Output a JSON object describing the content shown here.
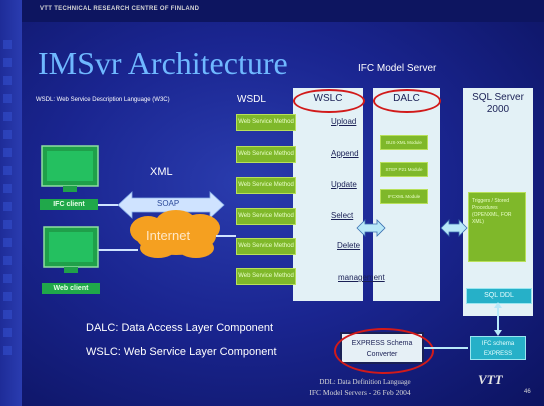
{
  "header": {
    "org": "VTT TECHNICAL RESEARCH CENTRE OF FINLAND"
  },
  "title": "IMSvr Architecture",
  "ifc_model_server": "IFC Model Server",
  "wsdl_description": "WSDL: Web Service Description Language (W3C)",
  "wsdl_label": "WSDL",
  "columns": {
    "wslc": "WSLC",
    "dalc": "DALC",
    "sql_server": "SQL Server 2000"
  },
  "web_service_method_label": "Web Service Method",
  "operations": [
    "Upload",
    "Append",
    "Update",
    "Select",
    "Delete",
    "management"
  ],
  "dalc_modules": [
    "BUS-XML Module",
    "STEP P21 Module",
    "IFCXML Module"
  ],
  "triggers_text": "Triggers / Stored Procedures (OPENXML, FOR XML)",
  "sql_ddl": "SQL DDL",
  "ifc_schema": "IFC schema EXPRESS",
  "converter": "EXPRESS Schema Converter",
  "xml_label": "XML",
  "soap_label": "SOAP",
  "internet_label": "Internet",
  "clients": {
    "ifc": "IFC client",
    "web": "Web client"
  },
  "legend": {
    "dalc": "DALC: Data Access Layer Component",
    "wslc": "WSLC: Web Service Layer Component"
  },
  "footer": {
    "line1": "DDL: Data Definition Language",
    "line2": "IFC Model Servers - 26 Feb 2004"
  },
  "logo": "VTT",
  "page_number": "46",
  "colors": {
    "background": "#1a2590",
    "title": "#6fb8ff",
    "method_box": "#7fb82a",
    "oval": "#d11a1a",
    "column": "#e3f1f6",
    "cyan_box": "#26b0c8"
  }
}
